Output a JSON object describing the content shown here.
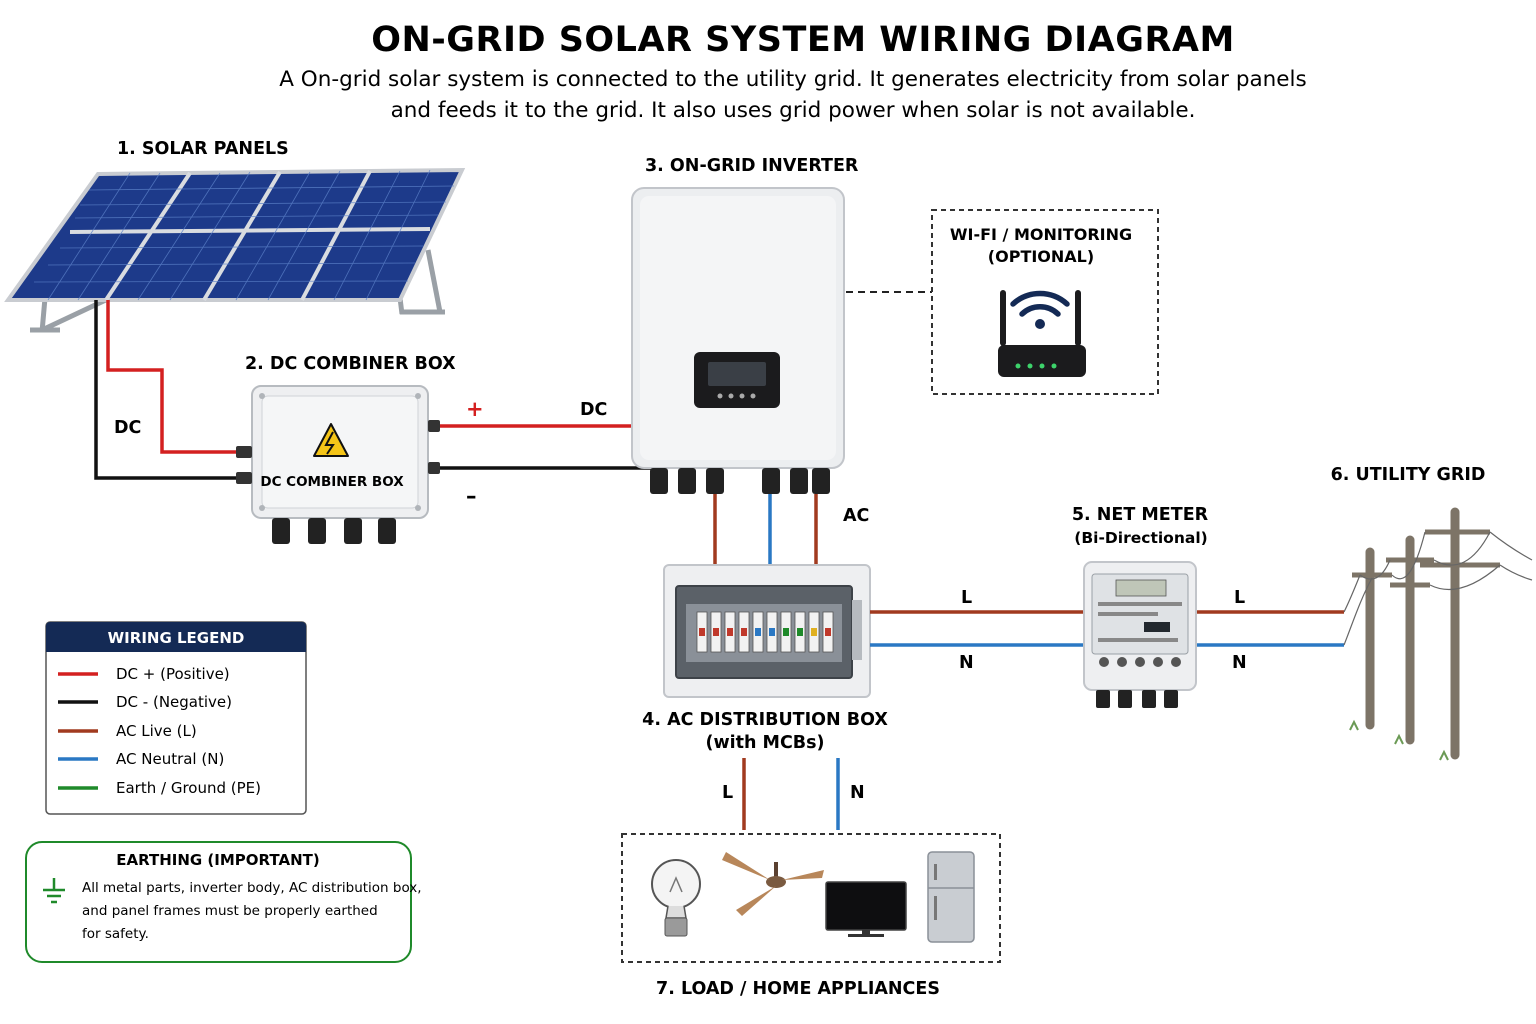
{
  "header": {
    "title": "ON-GRID SOLAR SYSTEM WIRING DIAGRAM",
    "subtitle_line1": "A On-grid solar system is connected to the utility grid. It generates electricity from solar panels",
    "subtitle_line2": "and feeds it to the grid. It also uses grid power when solar is not available."
  },
  "components": {
    "solar_panels": "1. SOLAR PANELS",
    "combiner_label": "2. DC COMBINER BOX",
    "combiner_face": "DC COMBINER BOX",
    "inverter_label": "3. ON-GRID INVERTER",
    "wifi_line1": "WI-FI / MONITORING",
    "wifi_line2": "(OPTIONAL)",
    "distribution_line1": "4. AC DISTRIBUTION BOX",
    "distribution_line2": "(with MCBs)",
    "net_meter_line1": "5. NET METER",
    "net_meter_line2": "(Bi-Directional)",
    "utility_grid": "6. UTILITY GRID",
    "load": "7. LOAD / HOME APPLIANCES"
  },
  "wire_labels": {
    "dc_left": "DC",
    "dc_plus": "+",
    "dc_top": "DC",
    "dc_minus": "–",
    "ac": "AC",
    "l_meter_in": "L",
    "n_meter_in": "N",
    "l_meter_out": "L",
    "n_meter_out": "N",
    "l_load": "L",
    "n_load": "N"
  },
  "legend": {
    "title": "WIRING LEGEND",
    "items": [
      {
        "label": "DC + (Positive)",
        "color": "#d42020"
      },
      {
        "label": "DC - (Negative)",
        "color": "#111111"
      },
      {
        "label": "AC Live (L)",
        "color": "#a13a1f"
      },
      {
        "label": "AC Neutral (N)",
        "color": "#2a78c4"
      },
      {
        "label": "Earth / Ground (PE)",
        "color": "#1f8a2a"
      }
    ]
  },
  "earthing": {
    "title": "EARTHING (IMPORTANT)",
    "line1": "All metal parts, inverter body, AC distribution box,",
    "line2": "and panel frames must be properly earthed",
    "line3": "for safety."
  },
  "colors": {
    "dc_positive": "#d42020",
    "dc_negative": "#111111",
    "ac_live": "#a13a1f",
    "ac_neutral": "#2a78c4",
    "earth": "#1f8a2a",
    "legend_header": "#142a55",
    "panel_blue": "#1d3a8a"
  },
  "icons": {
    "warning": "warning-triangle-icon",
    "wifi": "wifi-icon",
    "ground": "ground-icon"
  }
}
